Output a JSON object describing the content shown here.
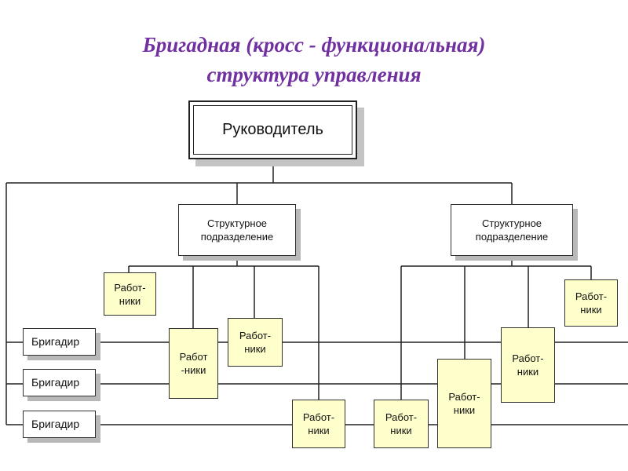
{
  "title": {
    "line1": "Бригадная (кросс - функциональная)",
    "line2": "структура управления"
  },
  "head": {
    "label": "Руководитель"
  },
  "units": [
    {
      "label": "Структурное\nподразделение"
    },
    {
      "label": "Структурное\nподразделение"
    }
  ],
  "brigadiers": [
    {
      "label": "Бригадир"
    },
    {
      "label": "Бригадир"
    },
    {
      "label": "Бригадир"
    }
  ],
  "workers": [
    {
      "label": "Работ-\nники"
    },
    {
      "label": "Работ\n-ники"
    },
    {
      "label": "Работ-\nники"
    },
    {
      "label": "Работ-\nники"
    },
    {
      "label": "Работ-\nники"
    },
    {
      "label": "Работ-\nники"
    },
    {
      "label": "Работ-\nники"
    },
    {
      "label": "Работ-\nники"
    }
  ],
  "colors": {
    "title": "#7030a0",
    "worker_fill": "#ffffcc",
    "line": "#222222"
  }
}
